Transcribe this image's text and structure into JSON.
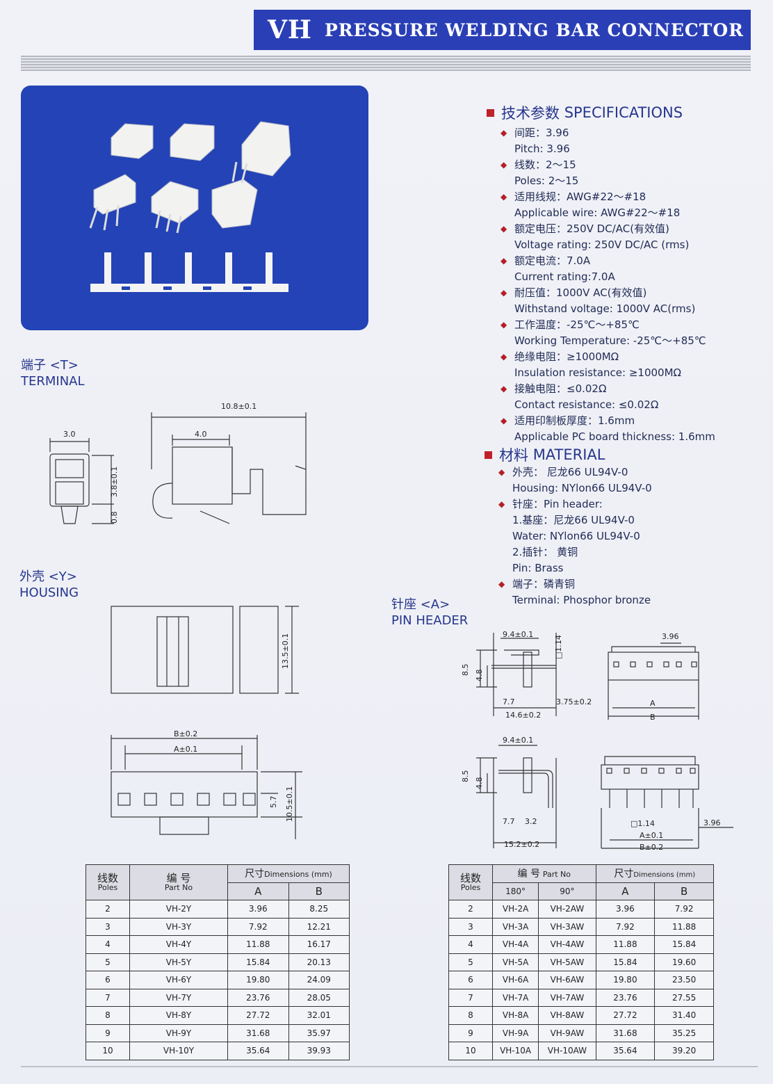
{
  "header": {
    "prefix": "VH",
    "title": "PRESSURE WELDING BAR CONNECTOR"
  },
  "specifications": {
    "heading_zh": "技术参数",
    "heading_en": "SPECIFICATIONS",
    "items": [
      {
        "zh": "间距：3.96",
        "en": "Pitch: 3.96"
      },
      {
        "zh": "线数：2～15",
        "en": "Poles: 2～15"
      },
      {
        "zh": "适用线规：AWG#22～#18",
        "en": "Applicable wire: AWG#22～#18"
      },
      {
        "zh": "额定电压：250V DC/AC(有效值)",
        "en": "Voltage rating: 250V DC/AC (rms)"
      },
      {
        "zh": "额定电流：7.0A",
        "en": "Current rating:7.0A"
      },
      {
        "zh": "耐压值：1000V AC(有效值)",
        "en": "Withstand voltage: 1000V AC(rms)"
      },
      {
        "zh": "工作温度：-25℃～+85℃",
        "en": "Working Temperature: -25℃～+85℃"
      },
      {
        "zh": "绝缘电阻：≥1000MΩ",
        "en": "Insulation resistance: ≥1000MΩ"
      },
      {
        "zh": "接触电阻：≤0.02Ω",
        "en": "Contact resistance: ≤0.02Ω"
      },
      {
        "zh": "适用印制板厚度：1.6mm",
        "en": "Applicable PC board thickness: 1.6mm"
      }
    ]
  },
  "material": {
    "heading_zh": "材料",
    "heading_en": "MATERIAL",
    "lines": [
      {
        "type": "zh",
        "text": "外壳：  尼龙66      UL94V-0"
      },
      {
        "type": "en",
        "text": "Housing:  NYlon66   UL94V-0"
      },
      {
        "type": "zh",
        "text": "针座：Pin header:"
      },
      {
        "type": "en",
        "text": "1.基座：尼龙66      UL94V-0"
      },
      {
        "type": "en",
        "text": "Water:  NYlon66   UL94V-0"
      },
      {
        "type": "en",
        "text": "2.插针：  黄铜"
      },
      {
        "type": "en",
        "text": "Pin:  Brass"
      },
      {
        "type": "zh",
        "text": "端子：磷青铜"
      },
      {
        "type": "en",
        "text": "Terminal:  Phosphor bronze"
      }
    ]
  },
  "sections": {
    "terminal_zh": "端子 <T>",
    "terminal_en": "TERMINAL",
    "housing_zh": "外壳 <Y>",
    "housing_en": "HOUSING",
    "pinheader_zh": "针座 <A>",
    "pinheader_en": "PIN HEADER"
  },
  "dims": {
    "t_3_0": "3.0",
    "t_10_8": "10.8±0.1",
    "t_4_0": "4.0",
    "t_3_8": "3.8±0.1",
    "t_0_8": "0.8",
    "h_13_5": "13.5±0.1",
    "h_B": "B±0.2",
    "h_A": "A±0.1",
    "h_5_7": "5.7",
    "h_10_5": "10.5±0.1",
    "p_9_4a": "9.4±0.1",
    "p_1_14a": "□1.14",
    "p_8_5a": "8.5",
    "p_4_8a": "4.8",
    "p_7_7a": "7.7",
    "p_3_75": "3.75±0.2",
    "p_14_6": "14.6±0.2",
    "p_3_96a": "3.96",
    "p_Aa": "A",
    "p_Ba": "B",
    "p_9_4b": "9.4±0.1",
    "p_8_5b": "8.5",
    "p_4_8b": "4.8",
    "p_7_7b": "7.7",
    "p_3_2": "3.2",
    "p_15_2": "15.2±0.2",
    "p_1_14b": "□1.14",
    "p_A_b": "A±0.1",
    "p_B_b": "B±0.2",
    "p_3_96b": "3.96"
  },
  "housing_table": {
    "h_poles_zh": "线数",
    "h_poles_en": "Poles",
    "h_part_zh": "编 号",
    "h_part_en": "Part  No",
    "h_dim_zh": "尺寸",
    "h_dim_en": "Dimensions (mm)",
    "h_A": "A",
    "h_B": "B",
    "rows": [
      [
        "2",
        "VH-2Y",
        "3.96",
        "8.25"
      ],
      [
        "3",
        "VH-3Y",
        "7.92",
        "12.21"
      ],
      [
        "4",
        "VH-4Y",
        "11.88",
        "16.17"
      ],
      [
        "5",
        "VH-5Y",
        "15.84",
        "20.13"
      ],
      [
        "6",
        "VH-6Y",
        "19.80",
        "24.09"
      ],
      [
        "7",
        "VH-7Y",
        "23.76",
        "28.05"
      ],
      [
        "8",
        "VH-8Y",
        "27.72",
        "32.01"
      ],
      [
        "9",
        "VH-9Y",
        "31.68",
        "35.97"
      ],
      [
        "10",
        "VH-10Y",
        "35.64",
        "39.93"
      ]
    ]
  },
  "header_table": {
    "h_poles_zh": "线数",
    "h_poles_en": "Poles",
    "h_part_zh": "编 号",
    "h_part_en": "Part  No",
    "h_dim_zh": "尺寸",
    "h_dim_en": "Dimensions (mm)",
    "h_180": "180°",
    "h_90": "90°",
    "h_A": "A",
    "h_B": "B",
    "rows": [
      [
        "2",
        "VH-2A",
        "VH-2AW",
        "3.96",
        "7.92"
      ],
      [
        "3",
        "VH-3A",
        "VH-3AW",
        "7.92",
        "11.88"
      ],
      [
        "4",
        "VH-4A",
        "VH-4AW",
        "11.88",
        "15.84"
      ],
      [
        "5",
        "VH-5A",
        "VH-5AW",
        "15.84",
        "19.60"
      ],
      [
        "6",
        "VH-6A",
        "VH-6AW",
        "19.80",
        "23.50"
      ],
      [
        "7",
        "VH-7A",
        "VH-7AW",
        "23.76",
        "27.55"
      ],
      [
        "8",
        "VH-8A",
        "VH-8AW",
        "27.72",
        "31.40"
      ],
      [
        "9",
        "VH-9A",
        "VH-9AW",
        "31.68",
        "35.25"
      ],
      [
        "10",
        "VH-10A",
        "VH-10AW",
        "35.64",
        "39.20"
      ]
    ]
  }
}
